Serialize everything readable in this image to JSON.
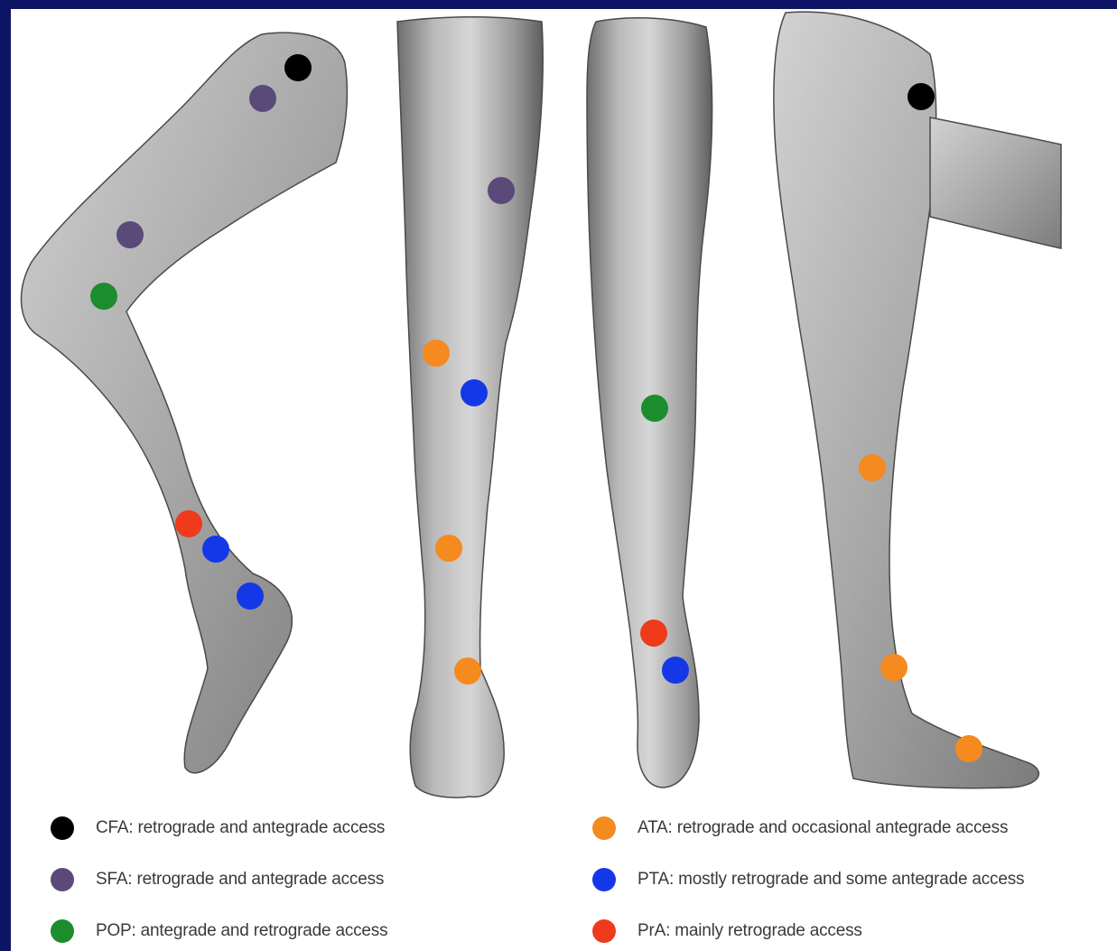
{
  "access_sites": {
    "CFA": {
      "color": "#000000"
    },
    "SFA": {
      "color": "#5a4a7a"
    },
    "POP": {
      "color": "#1c8c2c"
    },
    "ATA": {
      "color": "#f58a1e"
    },
    "PTA": {
      "color": "#1438e8"
    },
    "PrA": {
      "color": "#ef3a1c"
    }
  },
  "legend": [
    {
      "site": "CFA",
      "text": "CFA: retrograde and antegrade access"
    },
    {
      "site": "SFA",
      "text": "SFA: retrograde and antegrade access"
    },
    {
      "site": "POP",
      "text": "POP: antegrade and retrograde access"
    },
    {
      "site": "ATA",
      "text": "ATA: retrograde and occasional antegrade access"
    },
    {
      "site": "PTA",
      "text": "PTA: mostly retrograde and some antegrade access"
    },
    {
      "site": "PrA",
      "text": "PrA: mainly retrograde access"
    }
  ]
}
